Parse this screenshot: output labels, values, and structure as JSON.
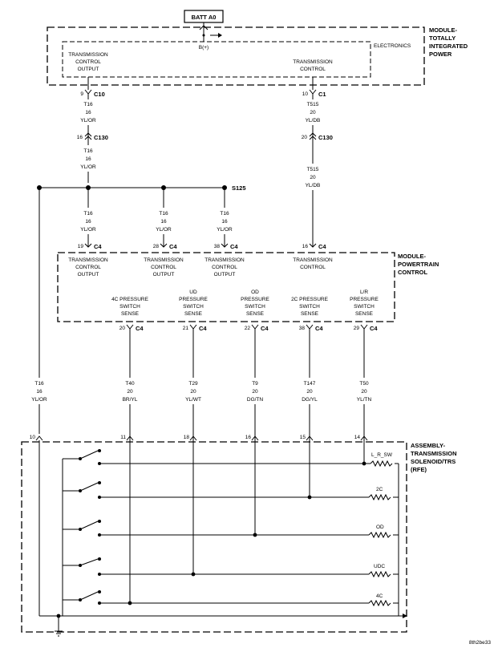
{
  "battery": {
    "label": "BATT A0",
    "tap": "B(+)"
  },
  "modules": {
    "tipm": {
      "lines": [
        "MODULE-",
        "TOTALLY",
        "INTEGRATED",
        "POWER"
      ],
      "sub": "ELECTRONICS"
    },
    "pcm": {
      "lines": [
        "MODULE-",
        "POWERTRAIN",
        "CONTROL"
      ]
    },
    "solenoid": {
      "lines": [
        "ASSEMBLY-",
        "TRANSMISSION",
        "SOLENOID/TRS",
        "(RFE)"
      ]
    }
  },
  "tipm_outputs": [
    {
      "lines": [
        "TRANSMISSION",
        "CONTROL",
        "OUTPUT"
      ],
      "pin": "9",
      "connector": "C10"
    },
    {
      "lines": [
        "TRANSMISSION",
        "CONTROL"
      ],
      "pin": "10",
      "connector": "C1"
    }
  ],
  "wires_upper": [
    {
      "lines": [
        "T16",
        "16",
        "YL/OR"
      ]
    },
    {
      "lines": [
        "T515",
        "20",
        "YL/DB"
      ]
    }
  ],
  "inline": [
    {
      "pin": "16",
      "connector": "C130"
    },
    {
      "pin": "20",
      "connector": "C130"
    }
  ],
  "wires_mid": [
    {
      "lines": [
        "T16",
        "16",
        "YL/OR"
      ]
    },
    {
      "lines": [
        "T515",
        "20",
        "YL/DB"
      ]
    }
  ],
  "splice": "S125",
  "branch_wires": [
    {
      "lines": [
        "T16",
        "16",
        "YL/OR"
      ]
    },
    {
      "lines": [
        "T16",
        "16",
        "YL/OR"
      ]
    },
    {
      "lines": [
        "T16",
        "16",
        "YL/OR"
      ]
    }
  ],
  "pcm_inputs": [
    {
      "pin": "19",
      "connector": "C4",
      "lines": [
        "TRANSMISSION",
        "CONTROL",
        "OUTPUT"
      ]
    },
    {
      "pin": "28",
      "connector": "C4",
      "lines": [
        "TRANSMISSION",
        "CONTROL",
        "OUTPUT"
      ]
    },
    {
      "pin": "38",
      "connector": "C4",
      "lines": [
        "TRANSMISSION",
        "CONTROL",
        "OUTPUT"
      ]
    },
    {
      "pin": "16",
      "connector": "C4",
      "lines": [
        "TRANSMISSION",
        "CONTROL"
      ]
    }
  ],
  "pcm_sense": [
    {
      "lines": [
        "4C PRESSURE",
        "SWITCH",
        "SENSE"
      ],
      "pin": "20",
      "connector": "C4"
    },
    {
      "lines": [
        "UD",
        "PRESSURE",
        "SWITCH",
        "SENSE"
      ],
      "pin": "21",
      "connector": "C4"
    },
    {
      "lines": [
        "OD",
        "PRESSURE",
        "SWITCH",
        "SENSE"
      ],
      "pin": "22",
      "connector": "C4"
    },
    {
      "lines": [
        "2C PRESSURE",
        "SWITCH",
        "SENSE"
      ],
      "pin": "38",
      "connector": "C4"
    },
    {
      "lines": [
        "L/R",
        "PRESSURE",
        "SWITCH",
        "SENSE"
      ],
      "pin": "29",
      "connector": "C4"
    }
  ],
  "lower_wires": [
    {
      "lines": [
        "T16",
        "16",
        "YL/OR"
      ]
    },
    {
      "lines": [
        "T40",
        "20",
        "BR/YL"
      ]
    },
    {
      "lines": [
        "T29",
        "20",
        "YL/WT"
      ]
    },
    {
      "lines": [
        "T9",
        "20",
        "DG/TN"
      ]
    },
    {
      "lines": [
        "T147",
        "20",
        "DG/YL"
      ]
    },
    {
      "lines": [
        "T50",
        "20",
        "YL/TN"
      ]
    }
  ],
  "solenoid_pins": [
    "10",
    "11",
    "18",
    "16",
    "15",
    "14"
  ],
  "solenoids": [
    "L_R_SW",
    "2C",
    "OD",
    "UDC",
    "4C"
  ],
  "figure_code": "8th2be33"
}
